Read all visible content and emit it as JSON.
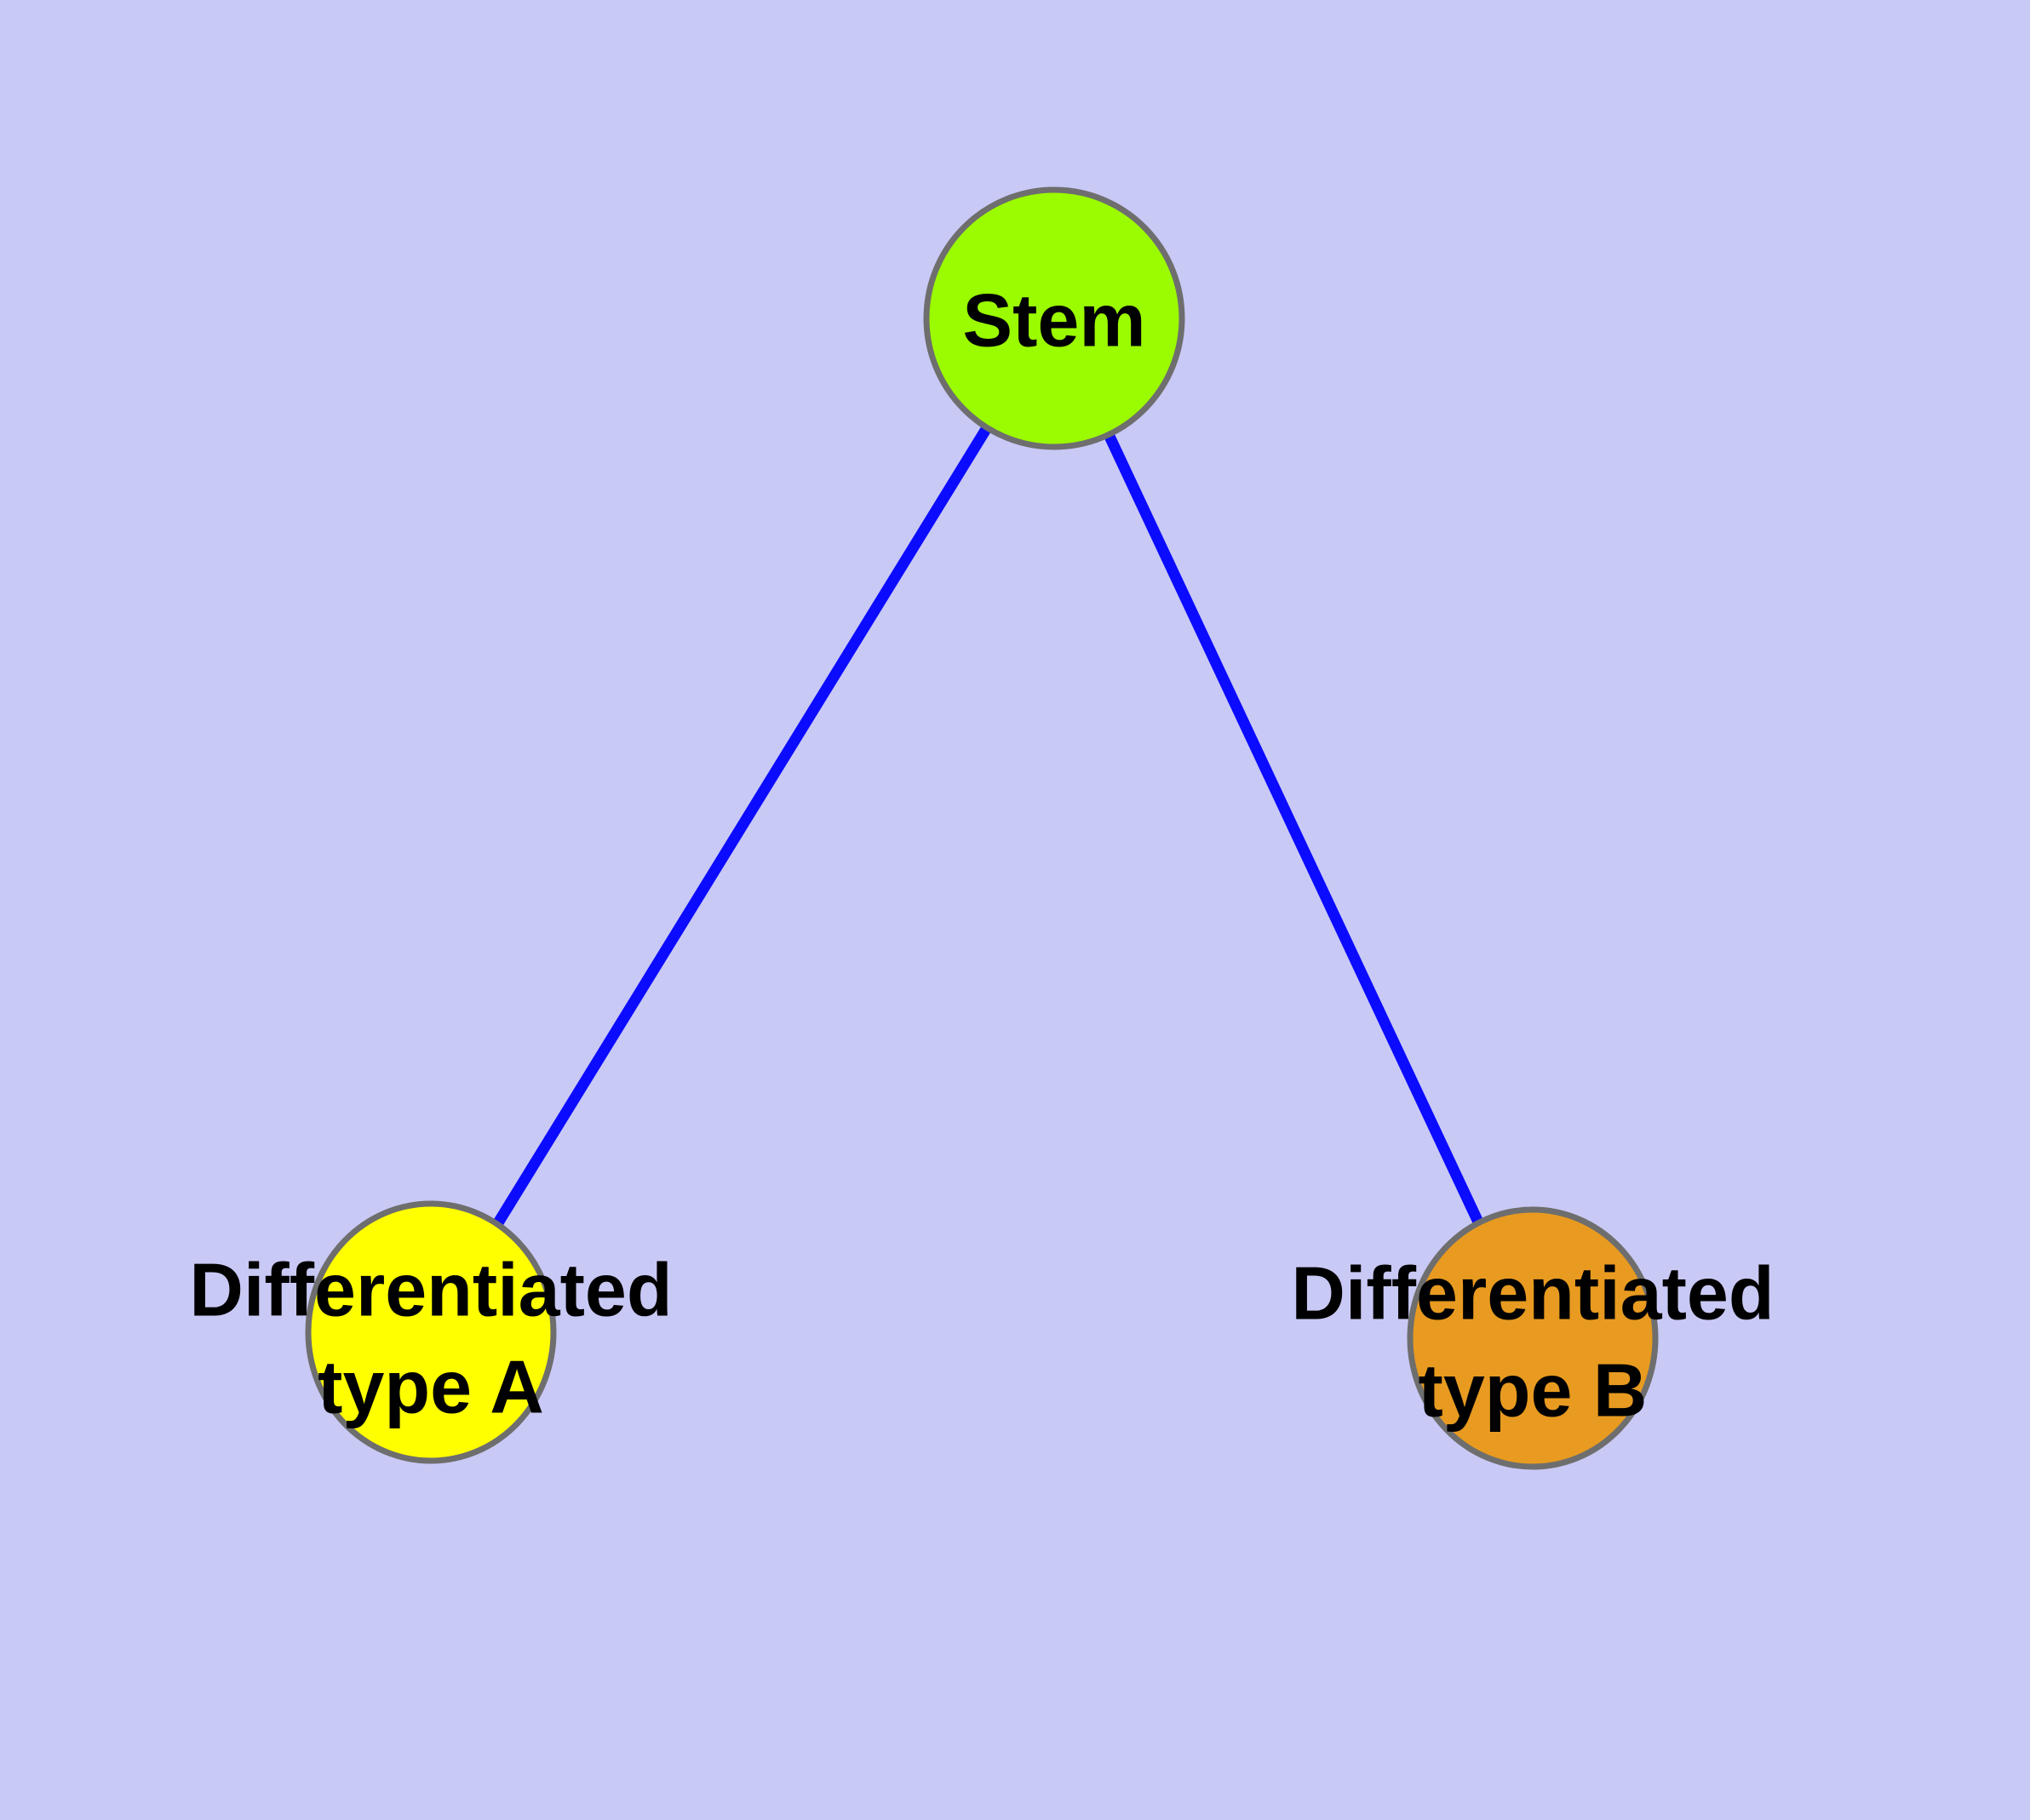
{
  "diagram": {
    "background_color": "#c9c9f6",
    "edge_color": "#0b0bff",
    "node_border_color": "#6e6e6e",
    "label_color": "#000000",
    "nodes": {
      "stem": {
        "label": "Stem",
        "fill": "#9bfb00"
      },
      "type_a": {
        "label_line1": "Differentiated",
        "label_line2": "type A",
        "fill": "#ffff00"
      },
      "type_b": {
        "label_line1": "Differentiated",
        "label_line2": "type B",
        "fill": "#e89b20"
      }
    },
    "edges": [
      {
        "from": "Stem",
        "to": "Differentiated type A"
      },
      {
        "from": "Stem",
        "to": "Differentiated type B"
      }
    ]
  }
}
